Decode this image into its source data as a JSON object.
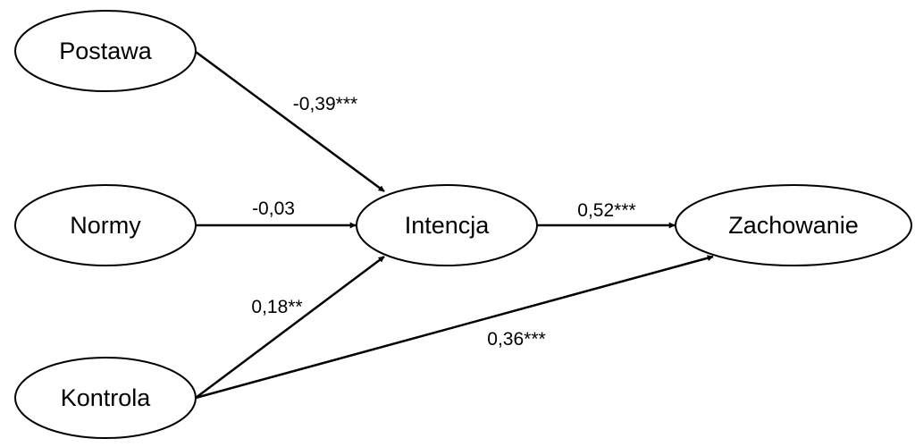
{
  "nodes": {
    "postawa": {
      "label": "Postawa"
    },
    "normy": {
      "label": "Normy"
    },
    "kontrola": {
      "label": "Kontrola"
    },
    "intencja": {
      "label": "Intencja"
    },
    "zachowanie": {
      "label": "Zachowanie"
    }
  },
  "edges": {
    "postawa_intencja": {
      "label": "-0,39***"
    },
    "normy_intencja": {
      "label": "-0,03"
    },
    "kontrola_intencja": {
      "label": "0,18**"
    },
    "intencja_zachowanie": {
      "label": "0,52***"
    },
    "kontrola_zachowanie": {
      "label": "0,36***"
    }
  }
}
